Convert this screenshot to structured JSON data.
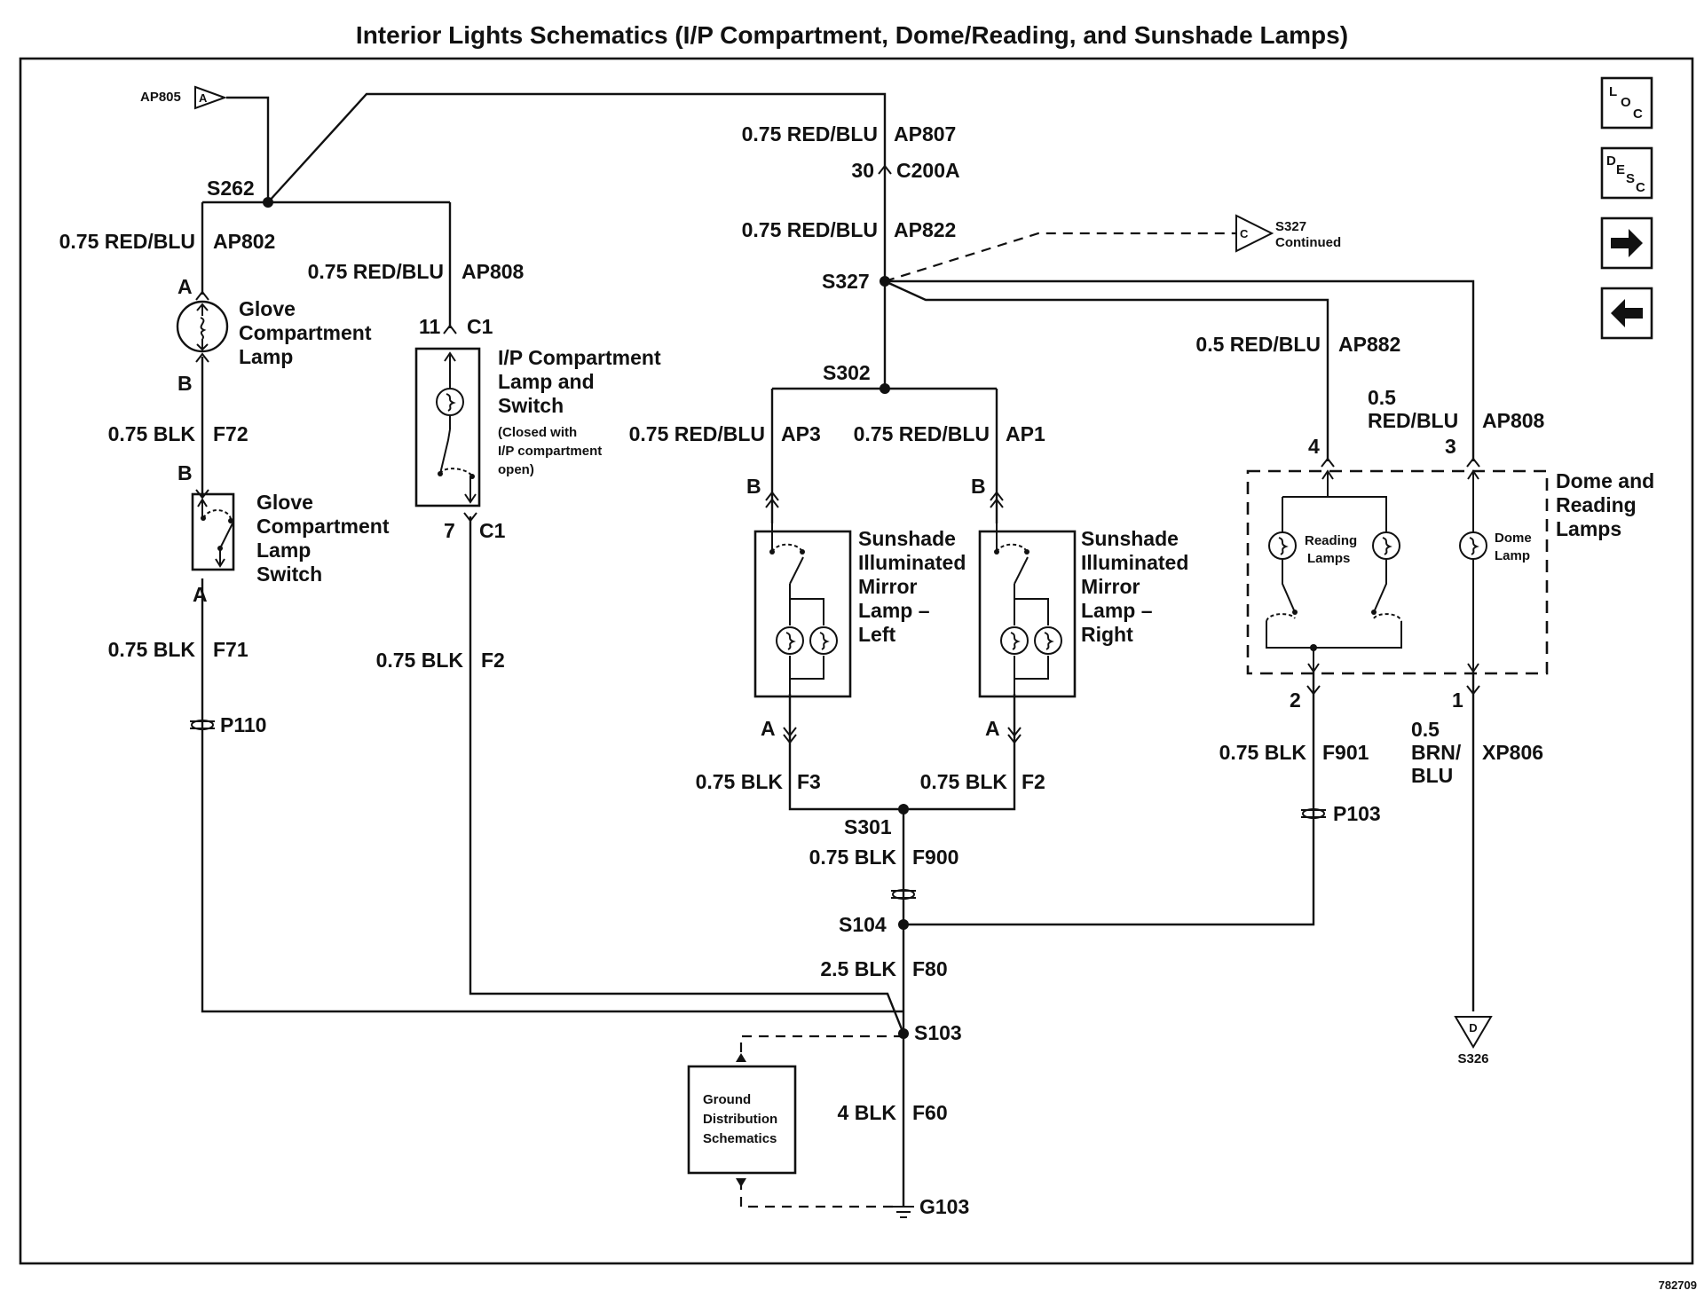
{
  "title": "Interior Lights Schematics (I/P Compartment, Dome/Reading, and Sunshade Lamps)",
  "figure_id": "782709",
  "nav_icons": [
    {
      "icon": "loc-icon",
      "text": "LOC"
    },
    {
      "icon": "desc-icon",
      "text": "DESC"
    },
    {
      "icon": "arrow-right-icon",
      "text": "→"
    },
    {
      "icon": "arrow-left-icon",
      "text": "←"
    }
  ],
  "offpage": {
    "a_ref": "AP805",
    "a_letter": "A",
    "c_letter": "C",
    "c_line1": "S327",
    "c_line2": "Continued",
    "d_letter": "D",
    "d_ref": "S326"
  },
  "splices": {
    "s262": "S262",
    "s327": "S327",
    "s302": "S302",
    "s301": "S301",
    "s104": "S104",
    "s103": "S103",
    "g103": "G103",
    "p110": "P110",
    "p103": "P103"
  },
  "wires": {
    "ap802": {
      "gauge": "0.75 RED/BLU",
      "circuit": "AP802"
    },
    "ap808_left": {
      "gauge": "0.75 RED/BLU",
      "circuit": "AP808"
    },
    "ap807": {
      "gauge": "0.75 RED/BLU",
      "circuit": "AP807"
    },
    "c200a": {
      "pin": "30",
      "conn": "C200A"
    },
    "ap822": {
      "gauge": "0.75 RED/BLU",
      "circuit": "AP822"
    },
    "ap882": {
      "gauge": "0.5 RED/BLU",
      "circuit": "AP882"
    },
    "ap808_right": {
      "gauge1": "0.5",
      "gauge2": "RED/BLU",
      "circuit": "AP808"
    },
    "ap3": {
      "gauge": "0.75 RED/BLU",
      "circuit": "AP3"
    },
    "ap1": {
      "gauge": "0.75 RED/BLU",
      "circuit": "AP1"
    },
    "f72": {
      "gauge": "0.75 BLK",
      "circuit": "F72"
    },
    "f71": {
      "gauge": "0.75 BLK",
      "circuit": "F71"
    },
    "f2_left": {
      "gauge": "0.75 BLK",
      "circuit": "F2"
    },
    "f3": {
      "gauge": "0.75 BLK",
      "circuit": "F3"
    },
    "f2_mid": {
      "gauge": "0.75 BLK",
      "circuit": "F2"
    },
    "f900": {
      "gauge": "0.75 BLK",
      "circuit": "F900"
    },
    "f901": {
      "gauge": "0.75 BLK",
      "circuit": "F901"
    },
    "xp806": {
      "gauge1": "0.5",
      "gauge2": "BRN/",
      "gauge3": "BLU",
      "circuit": "XP806"
    },
    "f80": {
      "gauge": "2.5 BLK",
      "circuit": "F80"
    },
    "f60": {
      "gauge": "4 BLK",
      "circuit": "F60"
    }
  },
  "components": {
    "glove_lamp": {
      "pin_top": "A",
      "pin_bot": "B",
      "line1": "Glove",
      "line2": "Compartment",
      "line3": "Lamp"
    },
    "glove_switch": {
      "pin_top": "B",
      "pin_bot": "A",
      "line1": "Glove",
      "line2": "Compartment",
      "line3": "Lamp",
      "line4": "Switch"
    },
    "ip_comp": {
      "pin_top": "11",
      "conn_top": "C1",
      "pin_bot": "7",
      "conn_bot": "C1",
      "line1": "I/P Compartment",
      "line2": "Lamp and",
      "line3": "Switch",
      "note1": "(Closed with",
      "note2": "I/P compartment",
      "note3": "open)"
    },
    "sun_left": {
      "pin_top": "B",
      "pin_bot": "A",
      "line1": "Sunshade",
      "line2": "Illuminated",
      "line3": "Mirror",
      "line4": "Lamp –",
      "line5": "Left"
    },
    "sun_right": {
      "pin_top": "B",
      "pin_bot": "A",
      "line1": "Sunshade",
      "line2": "Illuminated",
      "line3": "Mirror",
      "line4": "Lamp –",
      "line5": "Right"
    },
    "dome": {
      "pin4": "4",
      "pin3": "3",
      "pin2": "2",
      "pin1": "1",
      "line1": "Dome and",
      "line2": "Reading",
      "line3": "Lamps",
      "reading1": "Reading",
      "reading2": "Lamps",
      "dome1": "Dome",
      "dome2": "Lamp"
    },
    "ground_box": {
      "line1": "Ground",
      "line2": "Distribution",
      "line3": "Schematics"
    }
  }
}
